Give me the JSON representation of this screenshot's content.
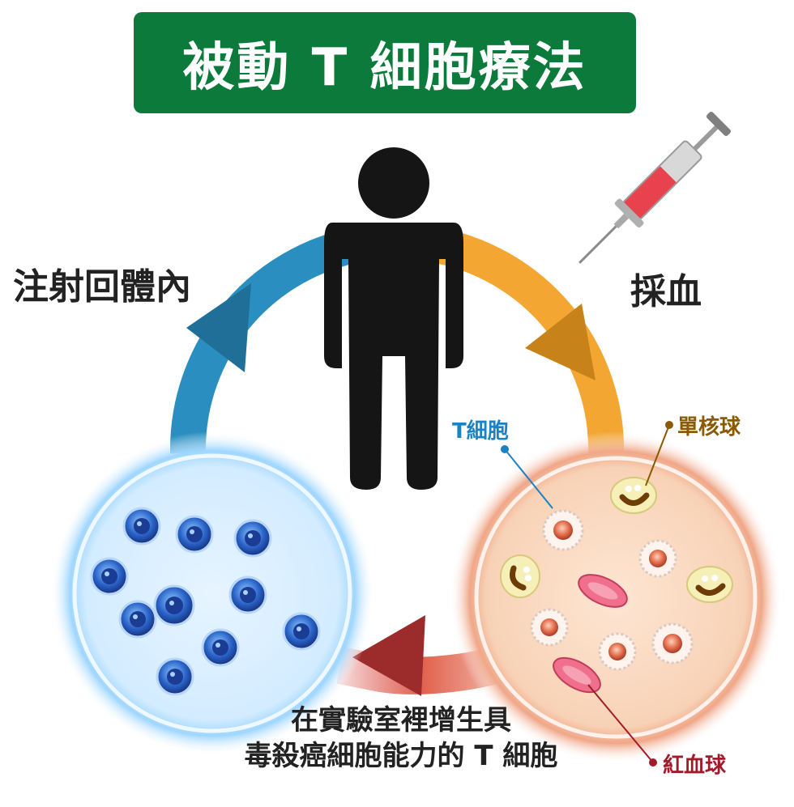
{
  "title": "被動 T 細胞療法",
  "labels": {
    "inject": "注射回體內",
    "draw_blood": "採血",
    "lab_line1": "在實驗室裡增生具",
    "lab_line2": "毒殺癌細胞能力的 T 細胞",
    "t_cell": "T細胞",
    "monocyte": "單核球",
    "red_blood_cell": "紅血球"
  },
  "colors": {
    "title_bg": "#0b7a3b",
    "arrow_blue": "#2a8fc0",
    "arrow_orange": "#f3a632",
    "arrow_red": "#d9534f",
    "tcell_label": "#1b82c4",
    "monocyte_label": "#8a5a00",
    "rbc_label": "#a01c2a"
  }
}
